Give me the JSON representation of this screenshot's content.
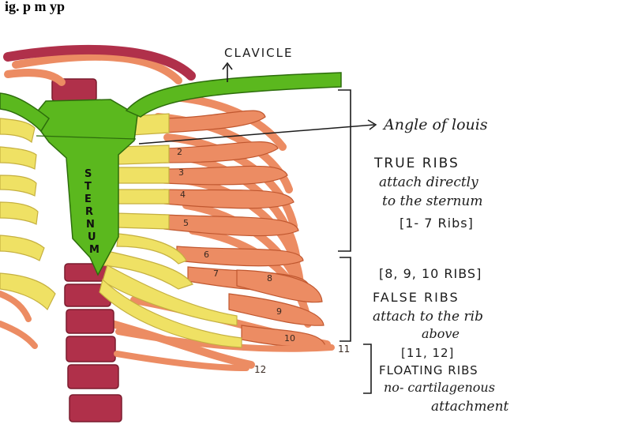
{
  "caption": "ig. p      m                     yp",
  "labels": {
    "clavicle": "CLAVICLE",
    "angle_of_louis": "Angle of louis",
    "true_ribs_title": "TRUE RIBS",
    "true_ribs_line1": "attach directly",
    "true_ribs_line2": "to the sternum",
    "true_ribs_range": "[1- 7 Ribs]",
    "false_ribs_range": "[8, 9, 10 RIBS]",
    "false_ribs_title": "FALSE RIBS",
    "false_ribs_line1": "attach to the rib",
    "false_ribs_line2": "above",
    "floating_range": "[11, 12]",
    "floating_title": "FLOATING RIBS",
    "floating_line1": "no- cartilagenous",
    "floating_line2": "attachment",
    "sternum_letters": [
      "S",
      "T",
      "E",
      "R",
      "N",
      "U",
      "M"
    ]
  },
  "rib_numbers": [
    "2",
    "3",
    "4",
    "5",
    "6",
    "7",
    "8",
    "9",
    "10",
    "11",
    "12"
  ],
  "colors": {
    "bone_green": "#5bb81e",
    "rib_orange": "#ec8c63",
    "cartilage_yellow": "#efe164",
    "vertebra_maroon": "#b0304a",
    "ink": "#1c1c1c"
  }
}
